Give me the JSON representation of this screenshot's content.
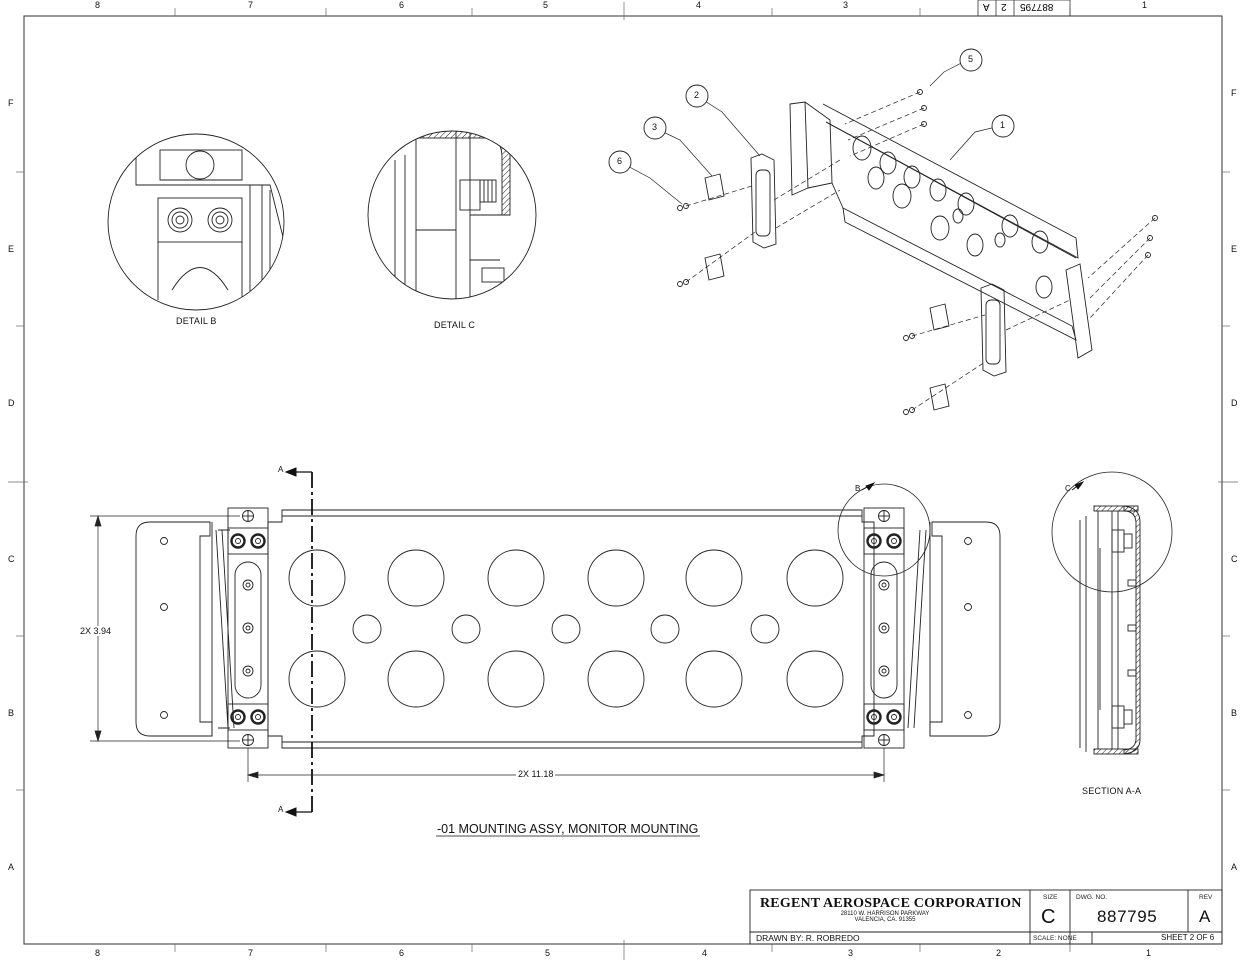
{
  "border": {
    "columns": [
      "8",
      "7",
      "6",
      "5",
      "4",
      "3",
      "2",
      "1"
    ],
    "rows": [
      "F",
      "E",
      "D",
      "C",
      "B",
      "A"
    ]
  },
  "top_stamp": {
    "dwg_no": "887795",
    "sheet": "2",
    "rev": "A"
  },
  "views": {
    "detail_b": "DETAIL B",
    "detail_c": "DETAIL C",
    "section": "SECTION A-A",
    "main_title": "-01 MOUNTING ASSY, MONITOR MOUNTING"
  },
  "balloons": [
    "1",
    "2",
    "3",
    "5",
    "6"
  ],
  "markers": {
    "section_letter": "A",
    "detail_b_letter": "B",
    "detail_c_letter": "C"
  },
  "dimensions": {
    "height": "2X 3.94",
    "width": "2X 11.18"
  },
  "title_block": {
    "company": "REGENT AEROSPACE CORPORATION",
    "address1": "28110 W. HARRISON PARKWAY",
    "address2": "VALENCIA, CA. 91355",
    "drawn_by": "DRAWN BY:  R. ROBREDO",
    "size_label": "SIZE",
    "size_value": "C",
    "dwg_label": "DWG. NO.",
    "dwg_no": "887795",
    "rev_label": "REV",
    "rev_value": "A",
    "scale": "SCALE: NONE",
    "sheet": "SHEET 2 OF 6"
  }
}
